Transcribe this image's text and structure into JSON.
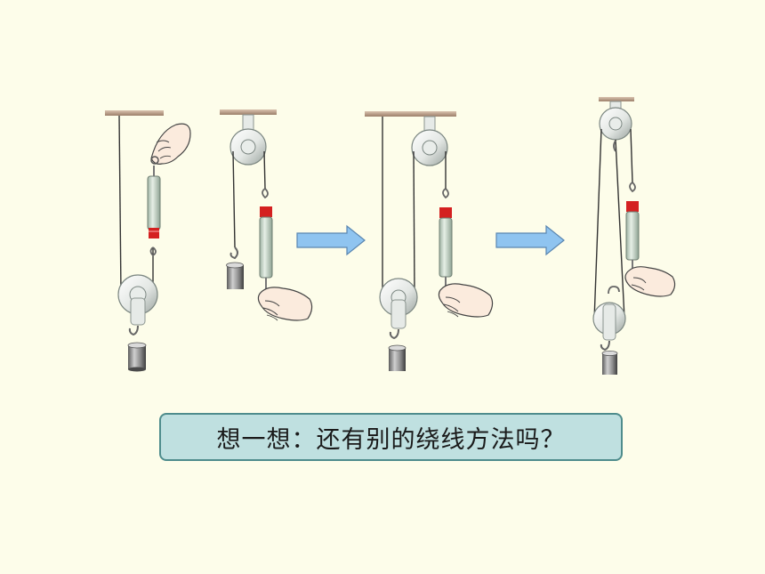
{
  "prompt": {
    "text": "想一想：还有别的绕线方法吗？"
  },
  "figures": [
    {
      "name": "movable-pulley-hand-up",
      "parts": [
        "ceiling-bar",
        "rope",
        "movable-pulley",
        "spring-scale",
        "hand",
        "weight"
      ]
    },
    {
      "name": "fixed-pulley-hand-down",
      "parts": [
        "ceiling-bar",
        "fixed-pulley",
        "rope",
        "weight",
        "spring-scale",
        "hand"
      ]
    },
    {
      "name": "pulley-block-one-fixed-one-movable",
      "parts": [
        "ceiling-bar",
        "fixed-pulley",
        "movable-pulley",
        "rope",
        "spring-scale",
        "hand",
        "weight"
      ]
    },
    {
      "name": "pulley-block-alternate-winding",
      "parts": [
        "ceiling-bar",
        "fixed-pulley",
        "movable-pulley",
        "rope",
        "spring-scale",
        "hand",
        "weight"
      ]
    }
  ],
  "arrows": [
    "arrow-right",
    "arrow-right"
  ],
  "colors": {
    "background": "#FDFDEA",
    "box_fill": "#BFE0E0",
    "box_border": "#4E8C8C",
    "arrow_fill": "#8FC4F0",
    "arrow_stroke": "#5A86B0",
    "ceiling": "#B89A82",
    "scale_red": "#D42020",
    "skin": "#FBEBDD"
  }
}
